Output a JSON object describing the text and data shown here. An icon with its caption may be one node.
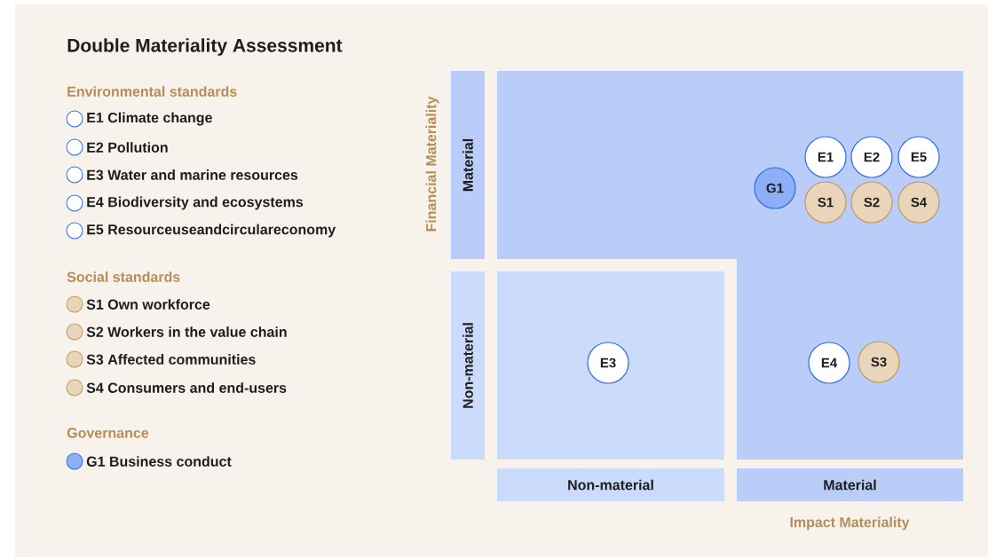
{
  "diagram": {
    "title": "Double Materiality Assessment",
    "nodes": [
      {
        "text": [
          "Material"
        ]
      },
      {
        "text": [],
        "shape": "box"
      },
      {
        "text": [
          "E1"
        ],
        "in": 1
      },
      {
        "text": [
          "E2"
        ],
        "in": 1
      },
      {
        "text": [
          "E5"
        ],
        "in": 1
      },
      {
        "text": [
          "G1"
        ],
        "in": 1
      },
      {
        "text": [
          "S1"
        ],
        "in": 1
      },
      {
        "text": [
          "S2"
        ],
        "in": 1
      },
      {
        "text": [
          "S4"
        ],
        "in": 1
      },
      {
        "text": [
          "E4"
        ],
        "in": 1
      },
      {
        "text": [
          "S3"
        ],
        "in": 1
      },
      {
        "text": [
          "Non-material"
        ]
      },
      {
        "text": [],
        "shape": "box"
      },
      {
        "text": [
          "E3"
        ],
        "in": 12
      },
      {
        "text": [
          "Non-material"
        ]
      },
      {
        "text": [
          "Material"
        ]
      }
    ],
    "labels": [
      "Environmental standards",
      "Social standards",
      "Governance",
      "Financial Materiality",
      "Impact Materiality"
    ],
    "legend": [
      {
        "text": "E1 Climate change",
        "color": "#ffffff"
      },
      {
        "text": "E2 Pollution",
        "color": "#ffffff"
      },
      {
        "text": "E3 Water and marine resources",
        "color": "#ffffff"
      },
      {
        "text": "E4 Biodiversity and ecosystems",
        "color": "#ffffff"
      },
      {
        "text": "E5 Resourceuseandcirculareconomy",
        "color": "#ffffff"
      },
      {
        "text": "S1 Own workforce",
        "color": "#e8d5ba"
      },
      {
        "text": "S2 Workers in the value chain",
        "color": "#e8d5ba"
      },
      {
        "text": "S3 Affected communities",
        "color": "#e8d5ba"
      },
      {
        "text": "S4 Consumers and end-users",
        "color": "#e8d5ba"
      },
      {
        "text": "G1 Business conduct",
        "color": "#8eaef5"
      }
    ]
  }
}
